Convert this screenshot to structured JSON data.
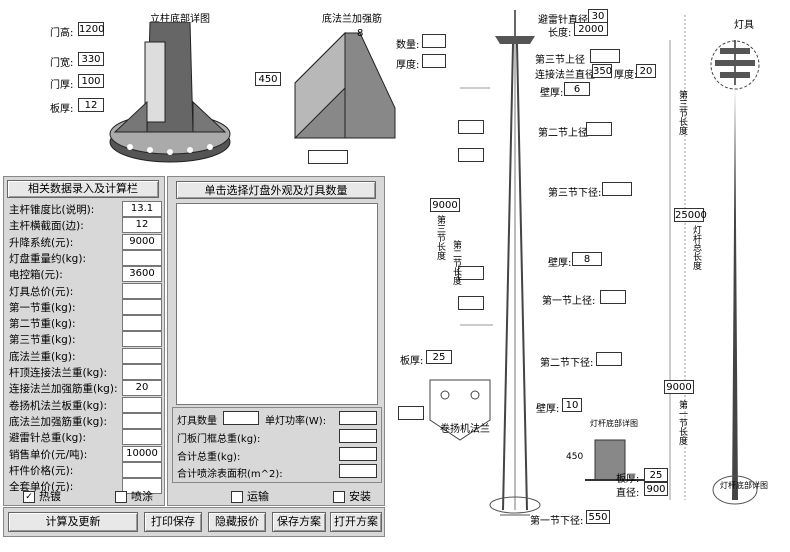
{
  "base_detail": {
    "title": "立柱底部详图",
    "door_height_label": "门高:",
    "door_height": "1200",
    "door_width_label": "门宽:",
    "door_width": "330",
    "door_thickness_label": "门厚:",
    "door_thickness": "100",
    "plate_thickness_label": "板厚:",
    "plate_thickness": "12"
  },
  "flange_rib": {
    "title": "底法兰加强筋",
    "quantity_label": "数量:",
    "quantity": "",
    "thickness_label": "厚度:",
    "thickness": "",
    "height": "450",
    "top_dim": "8",
    "bottom_dim": ""
  },
  "data_panel": {
    "header": "相关数据录入及计算栏",
    "rows": [
      {
        "label": "主杆锥度比(说明):",
        "value": "13.1"
      },
      {
        "label": "主杆横截面(边):",
        "value": "12"
      },
      {
        "label": "升降系统(元):",
        "value": "9000"
      },
      {
        "label": "灯盘重量约(kg):",
        "value": ""
      },
      {
        "label": "电控箱(元):",
        "value": "3600"
      },
      {
        "label": "灯具总价(元):",
        "value": ""
      },
      {
        "label": "第一节重(kg):",
        "value": ""
      },
      {
        "label": "第二节重(kg):",
        "value": ""
      },
      {
        "label": "第三节重(kg):",
        "value": ""
      },
      {
        "label": "底法兰重(kg):",
        "value": ""
      },
      {
        "label": "杆顶连接法兰重(kg):",
        "value": ""
      },
      {
        "label": "连接法兰加强筋重(kg):",
        "value": "20"
      },
      {
        "label": "卷扬机法兰板重(kg):",
        "value": ""
      },
      {
        "label": "底法兰加强筋重(kg):",
        "value": ""
      },
      {
        "label": "避雷针总重(kg):",
        "value": ""
      },
      {
        "label": "销售单价(元/吨):",
        "value": "10000"
      },
      {
        "label": "杆件价格(元):",
        "value": ""
      },
      {
        "label": "全套单价(元):",
        "value": ""
      }
    ]
  },
  "lamp_panel": {
    "select_button": "单击选择灯盘外观及灯具数量",
    "lamp_count_label": "灯具数量",
    "lamp_count": "",
    "lamp_power_label": "单灯功率(W):",
    "lamp_power": "",
    "door_frame_label": "门板门框总重(kg):",
    "door_frame": "",
    "total_weight_label": "合计总重(kg):",
    "total_weight": "",
    "spray_area_label": "合计喷涂表面积(m^2):",
    "spray_area": ""
  },
  "options": {
    "hot_dip": "热镀",
    "hot_dip_checked": true,
    "spray": "喷涂",
    "spray_checked": false,
    "transport": "运输",
    "transport_checked": false,
    "install": "安装",
    "install_checked": false
  },
  "buttons": {
    "calc_update": "计算及更新",
    "print_save": "打印保存",
    "hide_price": "隐藏报价",
    "save_plan": "保存方案",
    "open_plan": "打开方案"
  },
  "pole_drawing": {
    "rod_diameter_label": "避雷针直径",
    "rod_diameter": "30",
    "rod_length_label": "长度:",
    "rod_length": "2000",
    "sec3_top_label": "第三节上径",
    "sec3_top": "",
    "conn_flange_label": "连接法兰直径",
    "conn_flange": "350",
    "conn_thick_label": "厚度:",
    "conn_thick": "20",
    "wall3_label": "壁厚:",
    "wall3": "6",
    "sec2_top_label": "第二节上径:",
    "sec2_top": "",
    "sec3_bottom_label": "第三节下径:",
    "sec3_bottom": "",
    "sec3_len": "9000",
    "total_len": "25000",
    "wall2_label": "壁厚:",
    "wall2": "8",
    "sec1_top_label": "第一节上径:",
    "sec1_top": "",
    "sec2_bottom_label": "第二节下径:",
    "sec2_bottom": "",
    "winch_plate_label": "板厚:",
    "winch_plate": "25",
    "winch_flange_label": "卷扬机法兰",
    "wall1_label": "壁厚:",
    "wall1": "10",
    "sec1_len": "9000",
    "base_plate_label": "板厚:",
    "base_plate": "25",
    "diameter_label": "直径:",
    "diameter": "900",
    "sec1_bottom_label": "第一节下径:",
    "sec1_bottom": "550",
    "bolt_len": "450",
    "lamp_label": "灯具",
    "vert_sec3": "第三节长度",
    "vert_sec2": "第二节长度",
    "vert_sec1": "第一节长度",
    "vert_total": "灯杆总长度",
    "base_detail_small": "灯杆底部详图",
    "base_detail_small2": "灯杆底部详图",
    "small_base_title": "灯杆底部详图"
  }
}
